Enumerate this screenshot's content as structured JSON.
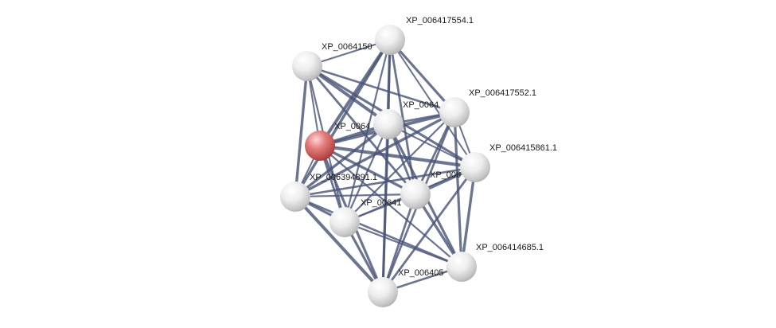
{
  "network": {
    "nodes": [
      {
        "id": "n1",
        "label": "XP_006417554.1",
        "color": "#e0e0e0"
      },
      {
        "id": "n2",
        "label": "XP_0064150",
        "color": "#e0e0e0"
      },
      {
        "id": "n3",
        "label": "XP_006417552.1",
        "color": "#e0e0e0"
      },
      {
        "id": "n4",
        "label": "XP_0064",
        "color": "#e0e0e0"
      },
      {
        "id": "n5",
        "label": "XP_0064",
        "color": "#e36d6d",
        "query": true
      },
      {
        "id": "n6",
        "label": "XP_006415861.1",
        "color": "#e0e0e0"
      },
      {
        "id": "n7",
        "label": "XP_006394891.1",
        "color": "#e0e0e0"
      },
      {
        "id": "n8",
        "label": "XP_006",
        "color": "#e0e0e0"
      },
      {
        "id": "n9",
        "label": "XP_00641",
        "color": "#e0e0e0"
      },
      {
        "id": "n10",
        "label": "XP_006414685.1",
        "color": "#e0e0e0"
      },
      {
        "id": "n11",
        "label": "XP_006405",
        "color": "#e0e0e0"
      }
    ],
    "edges": [
      [
        "n1",
        "n2"
      ],
      [
        "n1",
        "n3"
      ],
      [
        "n1",
        "n4"
      ],
      [
        "n1",
        "n5"
      ],
      [
        "n1",
        "n6"
      ],
      [
        "n1",
        "n7"
      ],
      [
        "n1",
        "n8"
      ],
      [
        "n1",
        "n9"
      ],
      [
        "n1",
        "n11"
      ],
      [
        "n2",
        "n3"
      ],
      [
        "n2",
        "n4"
      ],
      [
        "n2",
        "n5"
      ],
      [
        "n2",
        "n7"
      ],
      [
        "n2",
        "n8"
      ],
      [
        "n2",
        "n9"
      ],
      [
        "n2",
        "n6"
      ],
      [
        "n3",
        "n4"
      ],
      [
        "n3",
        "n5"
      ],
      [
        "n3",
        "n6"
      ],
      [
        "n3",
        "n7"
      ],
      [
        "n3",
        "n8"
      ],
      [
        "n3",
        "n9"
      ],
      [
        "n3",
        "n10"
      ],
      [
        "n3",
        "n11"
      ],
      [
        "n4",
        "n5"
      ],
      [
        "n4",
        "n6"
      ],
      [
        "n4",
        "n7"
      ],
      [
        "n4",
        "n8"
      ],
      [
        "n4",
        "n9"
      ],
      [
        "n4",
        "n10"
      ],
      [
        "n4",
        "n11"
      ],
      [
        "n5",
        "n6"
      ],
      [
        "n5",
        "n7"
      ],
      [
        "n5",
        "n8"
      ],
      [
        "n5",
        "n9"
      ],
      [
        "n5",
        "n10"
      ],
      [
        "n5",
        "n11"
      ],
      [
        "n6",
        "n7"
      ],
      [
        "n6",
        "n8"
      ],
      [
        "n6",
        "n9"
      ],
      [
        "n6",
        "n10"
      ],
      [
        "n6",
        "n11"
      ],
      [
        "n7",
        "n8"
      ],
      [
        "n7",
        "n9"
      ],
      [
        "n7",
        "n10"
      ],
      [
        "n7",
        "n11"
      ],
      [
        "n8",
        "n9"
      ],
      [
        "n8",
        "n10"
      ],
      [
        "n8",
        "n11"
      ],
      [
        "n9",
        "n10"
      ],
      [
        "n9",
        "n11"
      ],
      [
        "n10",
        "n11"
      ]
    ]
  }
}
